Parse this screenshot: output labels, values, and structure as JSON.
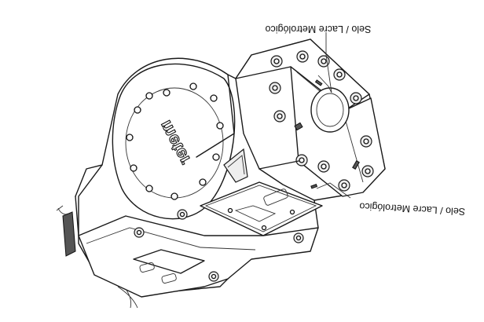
{
  "labels": {
    "seal_top": "Selo / Lacre Metrológico",
    "seal_bottom": "Selo / Lacre Metrológico"
  },
  "brand_logo_text": "meter",
  "colors": {
    "line": "#1a1a1a",
    "background": "#ffffff"
  }
}
